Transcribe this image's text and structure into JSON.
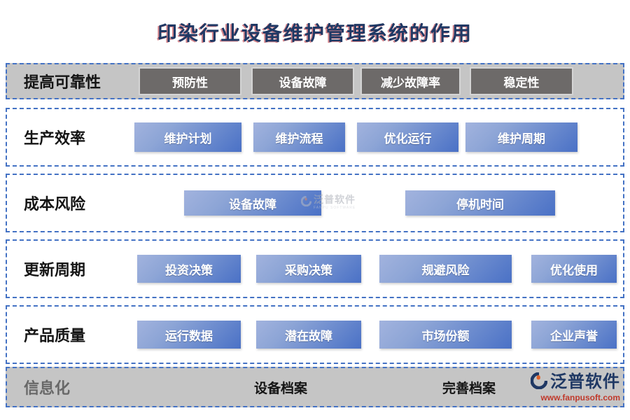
{
  "title": "印染行业设备维护管理系统的作用",
  "rows": [
    {
      "label": "提高可靠性",
      "type": "gray",
      "buttons": [
        "预防性",
        "设备故障",
        "减少故障率",
        "稳定性"
      ]
    },
    {
      "label": "生产效率",
      "type": "blue",
      "buttons": [
        "维护计划",
        "维护流程",
        "优化运行",
        "维护周期"
      ]
    },
    {
      "label": "成本风险",
      "type": "blue",
      "buttons": [
        "设备故障",
        "停机时间"
      ]
    },
    {
      "label": "更新周期",
      "type": "blue",
      "buttons": [
        "投资决策",
        "采购决策",
        "规避风险",
        "优化使用"
      ]
    },
    {
      "label": "产品质量",
      "type": "blue",
      "buttons": [
        "运行数据",
        "潜在故障",
        "市场份额",
        "企业声誉"
      ]
    },
    {
      "label": "信息化",
      "type": "gray",
      "items": [
        "设备档案",
        "完善档案"
      ]
    }
  ],
  "watermark": {
    "text": "泛普软件",
    "subtext": "FANPU SOFTWARE"
  },
  "brand": {
    "name": "泛普软件",
    "url": "www.fanpusoft.com"
  },
  "colors": {
    "dashed_border": "#4472c4",
    "gray_band": "#c5c5c5",
    "gray_button": "#6d6a69",
    "blue_button_light": "#a2b3de",
    "blue_button_dark": "#4a71c6",
    "title_text": "#1f3864",
    "brand_url_red": "#c0392b"
  }
}
